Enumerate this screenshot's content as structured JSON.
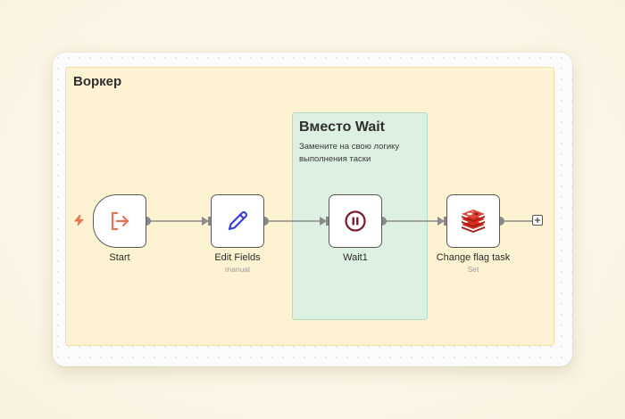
{
  "canvas": {
    "sticky_main": {
      "title": "Воркер"
    },
    "sticky_note": {
      "title": "Вместо Wait",
      "description": "Замените на свою логику выполнения таски"
    },
    "nodes": [
      {
        "label": "Start",
        "sublabel": "",
        "icon": "sign-out-icon",
        "accent": "#e8714f"
      },
      {
        "label": "Edit Fields",
        "sublabel": "manual",
        "icon": "pencil-icon",
        "accent": "#3c3fd8"
      },
      {
        "label": "Wait1",
        "sublabel": "",
        "icon": "pause-circle-icon",
        "accent": "#7a1a2a"
      },
      {
        "label": "Change flag task",
        "sublabel": "Set",
        "icon": "redis-icon",
        "accent": "#d82c20"
      }
    ]
  },
  "colors": {
    "sticky_yellow": "#fdf3d2",
    "sticky_green": "#dcf1e2",
    "connector": "#8a8a8a",
    "trigger_bolt": "#e8714f"
  }
}
